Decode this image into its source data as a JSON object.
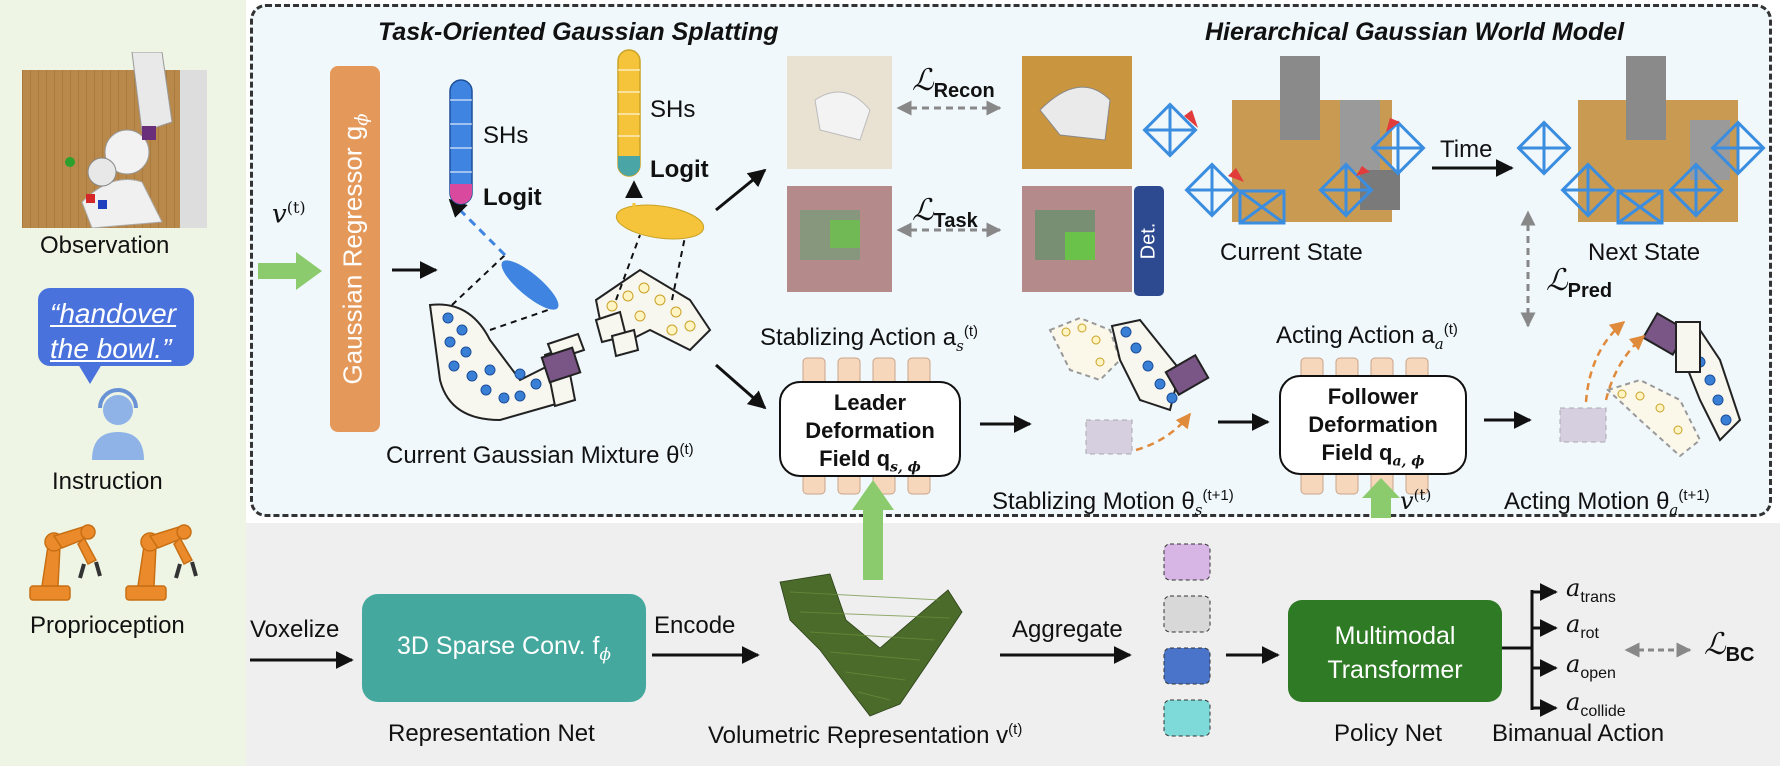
{
  "left": {
    "observation": "Observation",
    "instruction_quote_line1": "“handover",
    "instruction_quote_line2": "the bowl.”",
    "instruction": "Instruction",
    "proprioception": "Proprioception"
  },
  "top": {
    "title_left": "Task-Oriented Gaussian Splatting",
    "title_right": "Hierarchical Gaussian World Model",
    "input_v": "v",
    "input_sup": "(t)",
    "regressor": "Gaussian Regressor g",
    "regressor_sub": "ϕ",
    "shs_1": "SHs",
    "logit_1": "Logit",
    "shs_2": "SHs",
    "logit_2": "Logit",
    "mixture_label": "Current Gaussian Mixture θ",
    "mixture_sup": "(t)",
    "loss_recon": "Recon",
    "loss_task": "Task",
    "loss_pred": "Pred",
    "loss_symbol": "ℒ",
    "det": "Det.",
    "current_state": "Current State",
    "next_state": "Next State",
    "time": "Time",
    "stab_action": "Stablizing Action a",
    "stab_action_sub": "s",
    "stab_action_sup": "(t)",
    "acting_action": "Acting Action a",
    "acting_action_sub": "a",
    "acting_action_sup": "(t)",
    "leader_l1": "Leader",
    "leader_l2": "Deformation",
    "leader_l3": "Field q",
    "leader_sub": "s, ϕ",
    "follower_l1": "Follower",
    "follower_l2": "Deformation",
    "follower_l3": "Field q",
    "follower_sub": "a, ϕ",
    "stab_motion": "Stablizing Motion θ",
    "stab_motion_sub": "s",
    "stab_motion_sup": "(t+1)",
    "acting_motion": "Acting Motion θ",
    "acting_motion_sub": "a",
    "acting_motion_sup": "(t+1)",
    "follower_input_v": "v",
    "follower_input_sup": "(t)"
  },
  "bottom": {
    "voxelize": "Voxelize",
    "sparse_conv": "3D Sparse Conv. f",
    "sparse_conv_sub": "ϕ",
    "representation_net": "Representation Net",
    "encode": "Encode",
    "volumetric": "Volumetric Representation v",
    "volumetric_sup": "(t)",
    "aggregate": "Aggregate",
    "multimodal_l1": "Multimodal",
    "multimodal_l2": "Transformer",
    "policy_net": "Policy Net",
    "actions": [
      "trans",
      "rot",
      "open",
      "collide"
    ],
    "action_symbol": "a",
    "bimanual_action": "Bimanual Action",
    "loss_bc": "BC",
    "loss_symbol": "ℒ"
  },
  "colors": {
    "left_panel": "#eef5e4",
    "top_panel": "#f0f8fc",
    "bottom_panel": "#efefef",
    "regressor": "#e4995b",
    "sparse_conv": "#44a89e",
    "transformer": "#2f7a25",
    "speech_bubble": "#4a72dd",
    "green_arrow": "#8ccb6d",
    "det_badge": "#2d4a91",
    "deformation_teeth": "#f6d7bc",
    "robot_orange": "#ea8a2b"
  }
}
